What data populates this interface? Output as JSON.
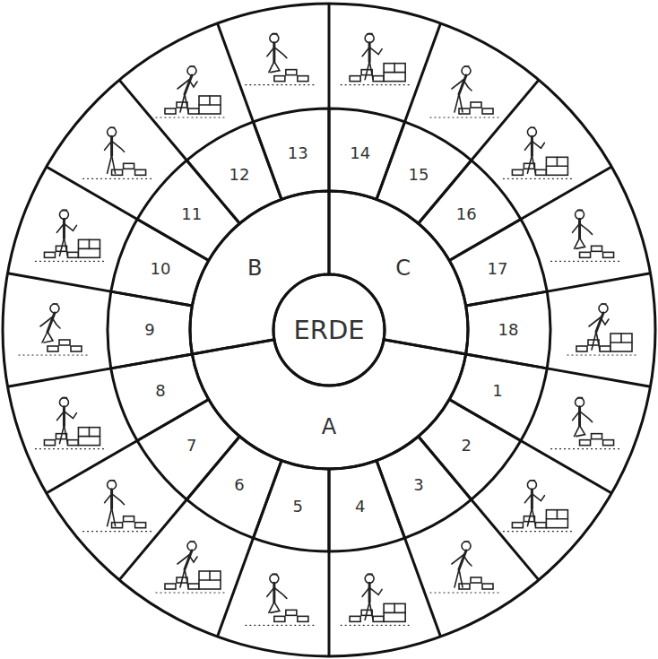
{
  "diagram": {
    "nodes": [
      {
        "text": [
          "ERDE"
        ]
      },
      {
        "text": [
          "A"
        ]
      },
      {
        "text": [
          "B"
        ]
      },
      {
        "text": [
          "C"
        ]
      },
      {
        "text": [
          "1"
        ]
      },
      {
        "text": [
          "2"
        ]
      },
      {
        "text": [
          "3"
        ]
      },
      {
        "text": [
          "4"
        ]
      },
      {
        "text": [
          "5"
        ]
      },
      {
        "text": [
          "6"
        ]
      },
      {
        "text": [
          "7"
        ]
      },
      {
        "text": [
          "8"
        ]
      },
      {
        "text": [
          "9"
        ]
      },
      {
        "text": [
          "10"
        ]
      },
      {
        "text": [
          "11"
        ]
      },
      {
        "text": [
          "12"
        ]
      },
      {
        "text": [
          "13"
        ]
      },
      {
        "text": [
          "14"
        ]
      },
      {
        "text": [
          "15"
        ]
      },
      {
        "text": [
          "16"
        ]
      },
      {
        "text": [
          "17"
        ]
      },
      {
        "text": [
          "18"
        ]
      }
    ]
  }
}
